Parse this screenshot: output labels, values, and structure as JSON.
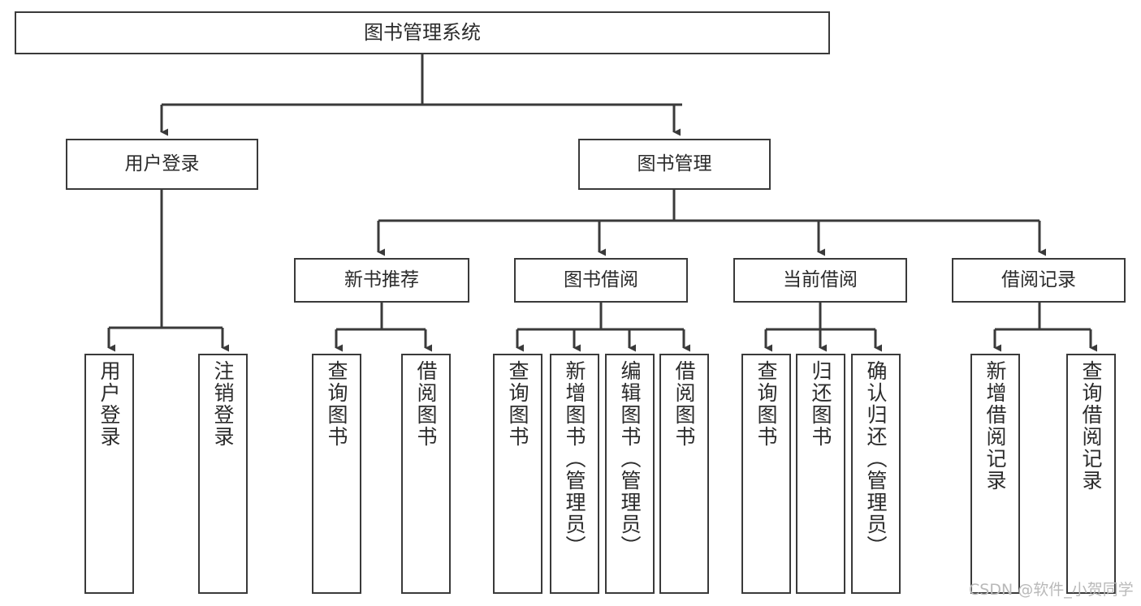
{
  "diagram": {
    "type": "tree-hierarchy",
    "title": "图书管理系统",
    "orientation": "top-down",
    "background_color": "#ffffff",
    "line_color": "#3a3a3a",
    "box_border_color": "#3a3a3a",
    "text_color": "#2b2b2b"
  },
  "nodes": {
    "root": {
      "label": "图书管理系统"
    },
    "level1": [
      {
        "label": "用户登录"
      },
      {
        "label": "图书管理"
      }
    ],
    "level2": [
      {
        "label": "新书推荐"
      },
      {
        "label": "图书借阅"
      },
      {
        "label": "当前借阅"
      },
      {
        "label": "借阅记录"
      }
    ],
    "leaves": {
      "user_login": [
        {
          "label": "用户登录"
        },
        {
          "label": "注销登录"
        }
      ],
      "new_book_recommend": [
        {
          "label": "查询图书"
        },
        {
          "label": "借阅图书"
        }
      ],
      "book_borrow": [
        {
          "label": "查询图书"
        },
        {
          "label": "新增图书（管理员）"
        },
        {
          "label": "编辑图书（管理员）"
        },
        {
          "label": "借阅图书"
        }
      ],
      "current_borrow": [
        {
          "label": "查询图书"
        },
        {
          "label": "归还图书"
        },
        {
          "label": "确认归还（管理员）"
        }
      ],
      "borrow_record": [
        {
          "label": "新增借阅记录"
        },
        {
          "label": "查询借阅记录"
        }
      ]
    }
  },
  "watermark": {
    "text": "CSDN @软件_小贺同学",
    "color": "#b9b9b9"
  }
}
